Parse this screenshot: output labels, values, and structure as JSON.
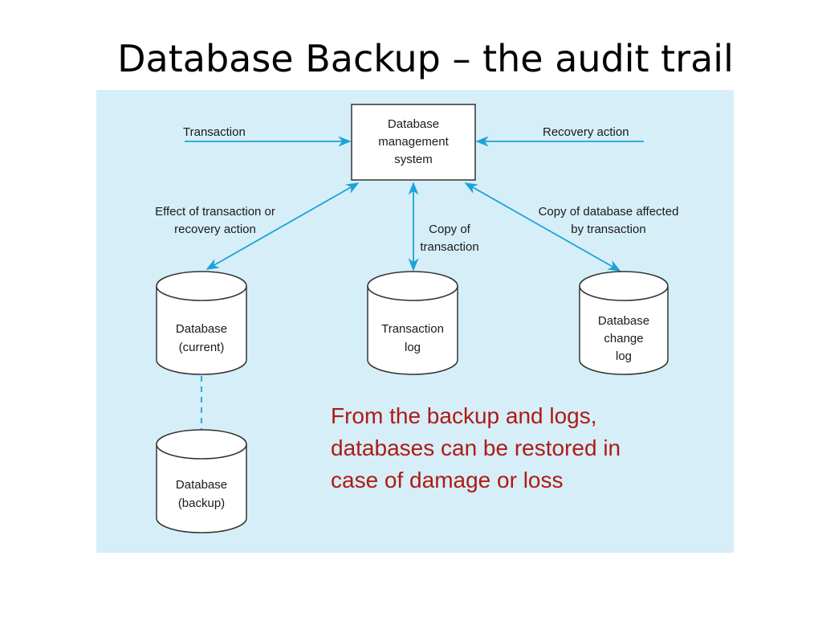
{
  "title": "Database Backup – the audit trail",
  "diagram": {
    "dbms": {
      "lines": [
        "Database",
        "management",
        "system"
      ]
    },
    "arrows": {
      "transaction": "Transaction",
      "recovery_action": "Recovery action",
      "effect": [
        "Effect of transaction or",
        "recovery action"
      ],
      "copy_of_transaction": [
        "Copy of",
        "transaction"
      ],
      "copy_of_database": [
        "Copy of database affected",
        "by transaction"
      ]
    },
    "cylinders": {
      "db_current": [
        "Database",
        "(current)"
      ],
      "transaction_log": [
        "Transaction",
        "log"
      ],
      "db_change_log": [
        "Database",
        "change",
        "log"
      ],
      "db_backup": [
        "Database",
        "(backup)"
      ]
    }
  },
  "note": "From the backup and logs, databases can be restored in case of damage or loss",
  "colors": {
    "panel": "#d6eef8",
    "arrow": "#1aa3d9",
    "note": "#b01a14"
  }
}
